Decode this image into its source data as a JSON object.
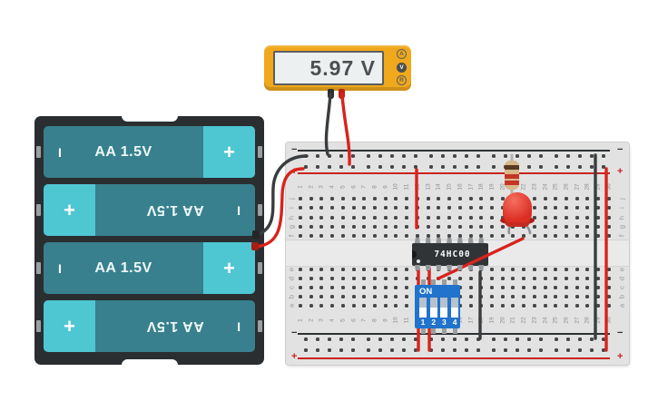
{
  "multimeter": {
    "reading": "5.97 V",
    "buttons": [
      {
        "label": "A",
        "active": false
      },
      {
        "label": "V",
        "active": true
      },
      {
        "label": "R",
        "active": false
      }
    ]
  },
  "battery_pack": {
    "batteries": [
      {
        "label": "AA 1.5V",
        "plus": "+",
        "minus": "I",
        "flipped": false
      },
      {
        "label": "AA 1.5V",
        "plus": "+",
        "minus": "I",
        "flipped": true
      },
      {
        "label": "AA 1.5V",
        "plus": "+",
        "minus": "I",
        "flipped": false
      },
      {
        "label": "AA 1.5V",
        "plus": "+",
        "minus": "I",
        "flipped": true
      }
    ]
  },
  "breadboard": {
    "columns": 30,
    "top_row_letters": [
      "j",
      "i",
      "h",
      "g",
      "f"
    ],
    "bottom_row_letters": [
      "e",
      "d",
      "c",
      "b",
      "a"
    ],
    "minus_label": "−",
    "plus_label": "+"
  },
  "components": {
    "chip_label": "74HC00",
    "dip_label": "ON",
    "dip_numbers": [
      "1",
      "2",
      "3",
      "4"
    ]
  },
  "colors": {
    "meter_body": "#f0a81c",
    "battery_dark": "#38808d",
    "battery_light": "#4ec7d3",
    "dip_blue": "#2173cb",
    "led_red": "#dc2f24",
    "rail_red": "#c9241e",
    "rail_black": "#2e3133",
    "wire_red": "#d8231c",
    "wire_black": "#3a3d3f"
  }
}
